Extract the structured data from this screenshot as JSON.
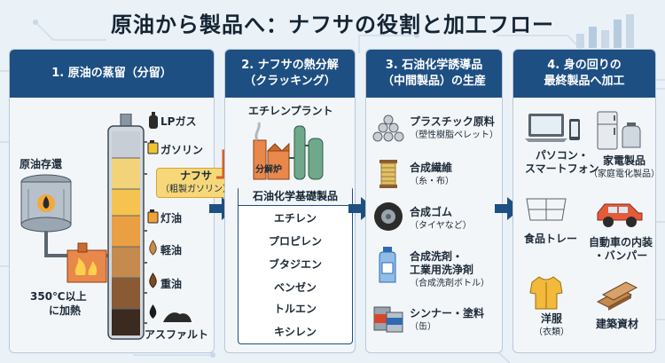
{
  "title": "原油から製品へ：ナフサの役割と加工フロー",
  "colors": {
    "panel_header": "#1e4f82",
    "arrow": "#1e4f82",
    "naphtha": "#f6d77a",
    "furnace": "#e8884a"
  },
  "panel1": {
    "header": "1. 原油の蒸留（分留）",
    "crude_oil": "原油存還",
    "heating": [
      "350℃以上",
      "に加熱"
    ],
    "fractions": [
      {
        "label": "LPガス",
        "icon": "gas-cylinder-icon"
      },
      {
        "label": "ガソリン",
        "icon": "fuel-can-icon"
      },
      {
        "label": "灯油",
        "icon": "fuel-can-icon"
      },
      {
        "label": "軽油",
        "icon": "oil-drop-icon"
      },
      {
        "label": "重油",
        "icon": "oil-drop-icon"
      },
      {
        "label": "アスファルト",
        "icon": "asphalt-pile-icon"
      }
    ],
    "naphtha": {
      "label": "ナフサ",
      "sub": "（粗製ガソリン）"
    }
  },
  "panel2": {
    "header": [
      "2. ナフサの熱分解",
      "（クラッキング）"
    ],
    "plant": "エチレンプラント",
    "furnace": "分解炉",
    "basic_title": "石油化学基礎製品",
    "basic_items": [
      "エチレン",
      "プロピレン",
      "ブタジエン",
      "ベンゼン",
      "トルエン",
      "キシレン"
    ]
  },
  "panel3": {
    "header": [
      "3. 石油化学誘導品",
      "（中間製品）の生産"
    ],
    "items": [
      {
        "label": "プラスチック原料",
        "sub": "（塑性樹脂ペレット）",
        "icon": "pellets-icon"
      },
      {
        "label": "合成繊維",
        "sub": "（糸・布）",
        "icon": "thread-spool-icon"
      },
      {
        "label": "合成ゴム",
        "sub": "（タイヤなど）",
        "icon": "tire-icon"
      },
      {
        "label": "合成洗剤・",
        "label2": "工業用洗浄剤",
        "sub": "（合成洗剤ボトル）",
        "icon": "detergent-bottle-icon"
      },
      {
        "label": "シンナー・塗料",
        "sub": "（缶）",
        "icon": "paint-can-icon"
      }
    ]
  },
  "panel4": {
    "header": [
      "4. 身の回りの",
      "最終製品へ加工"
    ],
    "items": [
      {
        "label": "パソコン・",
        "label2": "スマートフォン",
        "icon": "laptop-phone-icon"
      },
      {
        "label": "家電製品",
        "sub": "（家庭電化製品）",
        "icon": "appliance-icon"
      },
      {
        "label": "食品トレー",
        "icon": "food-tray-icon"
      },
      {
        "label": "自動車の内装",
        "label2": "・バンパー",
        "icon": "car-icon"
      },
      {
        "label": "洋服",
        "sub": "（衣類）",
        "icon": "shirt-icon"
      },
      {
        "label": "建築資材",
        "icon": "lumber-icon"
      }
    ]
  }
}
